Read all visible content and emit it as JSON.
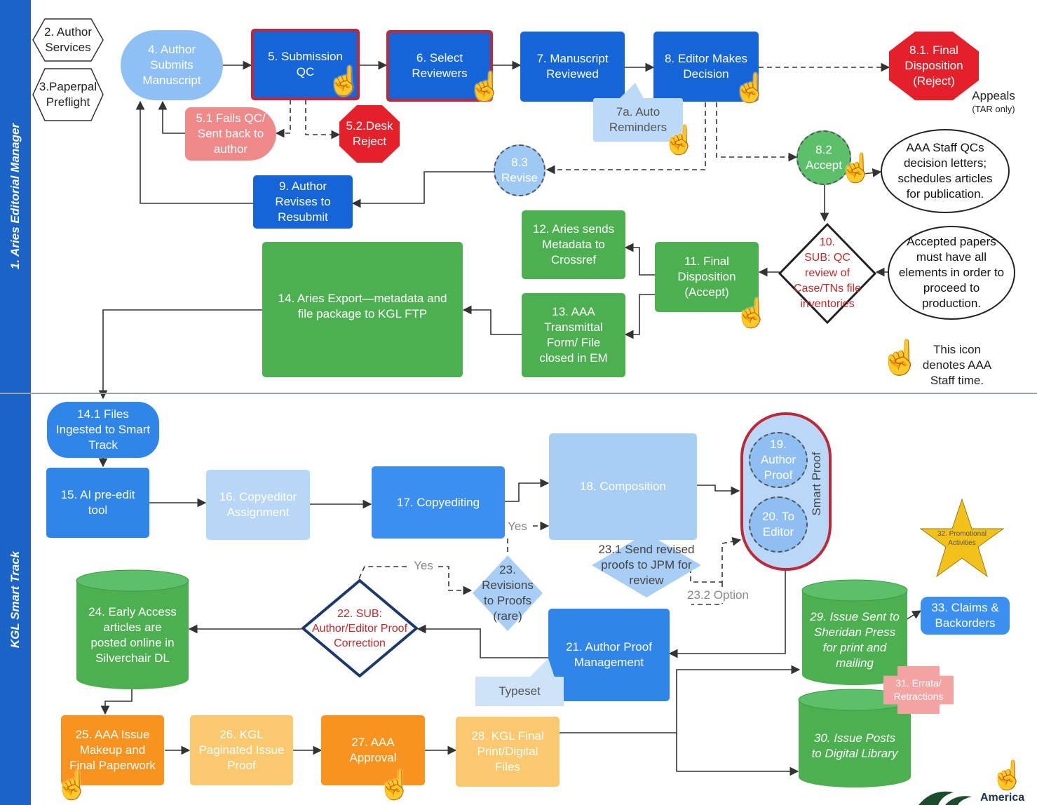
{
  "lanes": {
    "top": "1. Aries Editorial Manager",
    "bottom": "KGL Smart Track"
  },
  "nodes": {
    "n2": "2. Author\nServices",
    "n3": "3.Paperpal\nPreflight",
    "n4": "4. Author\nSubmits\nManuscript",
    "n5": "5. Submission\nQC",
    "n6": "6. Select\nReviewers",
    "n7": "7. Manuscript\nReviewed",
    "n8": "8. Editor Makes\nDecision",
    "n81": "8.1. Final\nDisposition\n(Reject)",
    "appeals": "Appeals",
    "tar": "(TAR only)",
    "n51": "5.1 Fails QC/\nSent back to\nauthor",
    "n52": "5.2.Desk\nReject",
    "n7a": "7a. Auto\nReminders",
    "n82": "8.2\nAccept",
    "cloud1": "AAA Staff QCs\ndecision letters;\nschedules articles\nfor publication.",
    "n83": "8.3\nRevise",
    "n9": "9. Author\nRevises to\nResubmit",
    "n10": "10.\nSUB: QC\nreview of\nCase/TNs file\ninventories",
    "cloud2": "Accepted papers\nmust have all\nelements in order to\nproceed to\nproduction.",
    "n11": "11. Final\nDisposition\n(Accept)",
    "n12": "12. Aries sends\nMetadata to\nCrossref",
    "n13": "13. AAA\nTransmittal\nForm/ File\nclosed in EM",
    "n14": "14. Aries Export—metadata and\nfile package to KGL FTP",
    "legend": "This icon\ndenotes AAA\nStaff time.",
    "n141": "14.1 Files\nIngested to Smart\nTrack",
    "n15": "15. AI pre-edit\ntool",
    "n16": "16. Copyeditor\nAssignment",
    "n17": "17. Copyediting",
    "n18": "18. Composition",
    "n19": "19.\nAuthor\nProof",
    "n20": "20. To\nEditor",
    "smartproof": "Smart Proof",
    "n231": "23.1 Send revised\nproofs to JPM for\nreview",
    "n232": "23.2 Option",
    "yes1": "Yes",
    "yes2": "Yes",
    "n23": "23.\nRevisions\nto Proofs\n(rare)",
    "n22": "22. SUB:\nAuthor/Editor Proof\nCorrection",
    "n24": "24. Early Access\narticles are\nposted online in\nSilverchair DL",
    "n21": "21. Author Proof\nManagement",
    "typeset": "Typeset",
    "n32": "32. Promotional\nActivities",
    "n29": "29. Issue Sent to\nSheridan Press\nfor print and\nmailing",
    "n33": "33. Claims &\nBackorders",
    "n31": "31. Errata/\nRetractions",
    "n30": "30.  Issue Posts\nto Digital Library",
    "n25": "25. AAA Issue\nMakeup and\nFinal Paperwork",
    "n26": "26. KGL\nPaginated Issue\nProof",
    "n27": "27. AAA\nApproval",
    "n28": "28. KGL Final\nPrint/Digital\nFiles",
    "logo": "America"
  },
  "colors": {
    "blue_dark": "#1565d8",
    "blue_mid": "#4b9cf0",
    "blue_light": "#9fc9f5",
    "blue_pale": "#cfe3f8",
    "green": "#4caf50",
    "red": "#e4212b",
    "salmon": "#f08a8a",
    "orange": "#f7931e",
    "orange_light": "#fac86e",
    "gold": "#f2c21b",
    "lane": "#1c63c7"
  },
  "icons": {
    "staff_time": "hand-pointer-icon"
  }
}
